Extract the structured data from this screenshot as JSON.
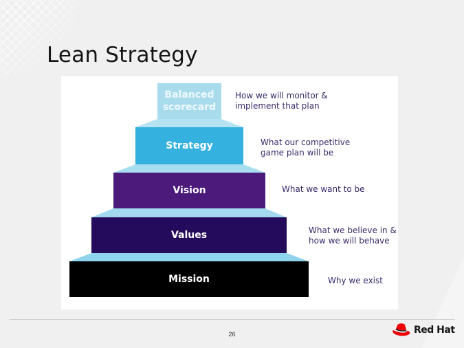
{
  "slide": {
    "title": "Lean Strategy",
    "page_number": "26",
    "brand": "Red Hat"
  },
  "diagram": {
    "type": "pyramid",
    "layers": [
      {
        "label_line1": "Balanced",
        "label_line2": "scorecard",
        "color": "#a8dced",
        "description_line1": "How we will monitor &",
        "description_line2": "implement that plan"
      },
      {
        "label": "Strategy",
        "color": "#35b1e0",
        "description_line1": "What our competitive",
        "description_line2": "game plan will be"
      },
      {
        "label": "Vision",
        "color": "#4b1a7a",
        "description": "What we want to be"
      },
      {
        "label": "Values",
        "color": "#250b5c",
        "description_line1": "What we believe in &",
        "description_line2": "how we will behave"
      },
      {
        "label": "Mission",
        "color": "#000000",
        "description": "Why we exist"
      }
    ],
    "step_color": "#a9def1"
  },
  "colors": {
    "background": "#f0f0f0",
    "description_text": "#3b2a6b",
    "brand_red": "#ee0000"
  }
}
